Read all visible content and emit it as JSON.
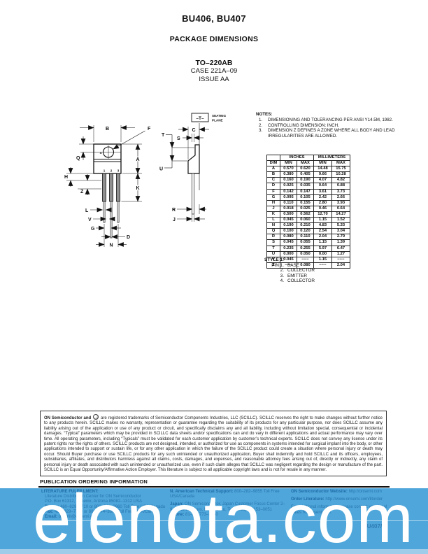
{
  "page": {
    "title": "BU406, BU407",
    "subtitle": "PACKAGE DIMENSIONS",
    "case_name": "TO–220AB",
    "case_number": "CASE 221A–09",
    "issue": "ISSUE AA"
  },
  "drawing": {
    "datum_label": "–T–",
    "seating_line1": "SEATING",
    "seating_line2": "PLANE",
    "pins": {
      "p1": "1",
      "p2": "2",
      "p3": "3",
      "p4": "4"
    },
    "labels": {
      "A": "A",
      "B": "B",
      "C": "C",
      "D": "D",
      "F": "F",
      "G": "G",
      "H": "H",
      "J": "J",
      "K": "K",
      "L": "L",
      "N": "N",
      "Q": "Q",
      "R": "R",
      "S": "S",
      "T": "T",
      "U": "U",
      "V": "V",
      "Z": "Z"
    }
  },
  "notes": {
    "heading": "NOTES:",
    "items": [
      {
        "num": "1.",
        "text": "DIMENSIONING AND TOLERANCING PER ANSI Y14.5M, 1982."
      },
      {
        "num": "2.",
        "text": "CONTROLLING DIMENSION: INCH."
      },
      {
        "num": "3.",
        "text": "DIMENSION Z DEFINES A ZONE WHERE ALL BODY AND LEAD IRREGULARITIES ARE ALLOWED."
      }
    ]
  },
  "dim_table": {
    "col_dim": "DIM",
    "col_group_inches": "INCHES",
    "col_group_mm": "MILLIMETERS",
    "col_min": "MIN",
    "col_max": "MAX",
    "rows": [
      {
        "dim": "A",
        "min_in": "0.570",
        "max_in": "0.620",
        "min_mm": "14.48",
        "max_mm": "15.75"
      },
      {
        "dim": "B",
        "min_in": "0.380",
        "max_in": "0.405",
        "min_mm": "9.66",
        "max_mm": "10.28"
      },
      {
        "dim": "C",
        "min_in": "0.160",
        "max_in": "0.190",
        "min_mm": "4.07",
        "max_mm": "4.82"
      },
      {
        "dim": "D",
        "min_in": "0.025",
        "max_in": "0.035",
        "min_mm": "0.64",
        "max_mm": "0.88"
      },
      {
        "dim": "F",
        "min_in": "0.142",
        "max_in": "0.147",
        "min_mm": "3.61",
        "max_mm": "3.73"
      },
      {
        "dim": "G",
        "min_in": "0.095",
        "max_in": "0.105",
        "min_mm": "2.42",
        "max_mm": "2.66"
      },
      {
        "dim": "H",
        "min_in": "0.110",
        "max_in": "0.155",
        "min_mm": "2.80",
        "max_mm": "3.93"
      },
      {
        "dim": "J",
        "min_in": "0.018",
        "max_in": "0.025",
        "min_mm": "0.46",
        "max_mm": "0.64"
      },
      {
        "dim": "K",
        "min_in": "0.500",
        "max_in": "0.562",
        "min_mm": "12.70",
        "max_mm": "14.27"
      },
      {
        "dim": "L",
        "min_in": "0.045",
        "max_in": "0.060",
        "min_mm": "1.15",
        "max_mm": "1.52"
      },
      {
        "dim": "N",
        "min_in": "0.190",
        "max_in": "0.210",
        "min_mm": "4.83",
        "max_mm": "5.33"
      },
      {
        "dim": "Q",
        "min_in": "0.100",
        "max_in": "0.120",
        "min_mm": "2.54",
        "max_mm": "3.04"
      },
      {
        "dim": "R",
        "min_in": "0.080",
        "max_in": "0.110",
        "min_mm": "2.04",
        "max_mm": "2.79"
      },
      {
        "dim": "S",
        "min_in": "0.045",
        "max_in": "0.055",
        "min_mm": "1.15",
        "max_mm": "1.39"
      },
      {
        "dim": "T",
        "min_in": "0.235",
        "max_in": "0.255",
        "min_mm": "5.97",
        "max_mm": "6.47"
      },
      {
        "dim": "U",
        "min_in": "0.000",
        "max_in": "0.050",
        "min_mm": "0.00",
        "max_mm": "1.27"
      },
      {
        "dim": "V",
        "min_in": "0.045",
        "max_in": "−−−",
        "min_mm": "1.15",
        "max_mm": "−−−"
      },
      {
        "dim": "Z",
        "min_in": "−−−",
        "max_in": "0.080",
        "min_mm": "−−−",
        "max_mm": "2.04"
      }
    ]
  },
  "style": {
    "heading": "STYLE 1:",
    "pins": [
      {
        "num": "PIN 1.",
        "name": "BASE"
      },
      {
        "num": "2.",
        "name": "COLLECTOR"
      },
      {
        "num": "3.",
        "name": "EMITTER"
      },
      {
        "num": "4.",
        "name": "COLLECTOR"
      }
    ]
  },
  "legal": {
    "bold_lead": "ON Semiconductor",
    "and_word": " and ",
    "text": " are registered trademarks of Semiconductor Components Industries, LLC (SCILLC).  SCILLC reserves the right to make changes without further notice to any products herein.  SCILLC makes no warranty, representation or guarantee regarding the suitability of its products for any particular purpose, nor does SCILLC assume any liability arising out of the application or use of any product or circuit, and specifically disclaims any and all liability, including without limitation special, consequential or incidental damages.  “Typical” parameters which may be provided in SCILLC data sheets and/or specifications can and do vary in different applications and actual performance may vary over time.  All operating parameters, including “Typicals” must be validated for each customer application by customer’s technical experts.  SCILLC does not convey any license under its patent rights nor the rights of others.  SCILLC products are not designed, intended, or authorized for use as components in systems intended for surgical implant into the body, or other applications intended to support or sustain life, or for any other application in which the failure of the SCILLC product could create a situation where personal injury or death may occur.  Should Buyer purchase or use SCILLC products for any such unintended or unauthorized application, Buyer shall indemnify and hold SCILLC and its officers, employees, subsidiaries, affiliates, and distributors harmless against all claims, costs, damages, and expenses, and reasonable attorney fees arising out of, directly or indirectly, any claim of personal injury or death associated with such unintended or unauthorized use, even if such claim alleges that SCILLC was negligent regarding the design or manufacture of the part.  SCILLC is an Equal Opportunity/Affirmative Action Employer.  This literature is subject to all applicable copyright laws and is not for resale in any manner."
  },
  "ordering": {
    "heading": "PUBLICATION ORDERING INFORMATION"
  },
  "footer": {
    "col1": {
      "heading": "LITERATURE FULFILLMENT:",
      "lines": [
        {
          "b": "",
          "t": "Literature Distribution Center for ON Semiconductor"
        },
        {
          "b": "",
          "t": "P.O. Box 61312, Phoenix, Arizona 85082–1312 USA"
        },
        {
          "b": "Phone:",
          "t": " 480–829–7710 or 800–344–3860 Toll Free USA/Canada"
        },
        {
          "b": "Fax:",
          "t": " 480–829–7709 or 800–344–3867 Toll Free USA/Canada"
        },
        {
          "b": "Email:",
          "t": " orderlit@onsemi.com"
        }
      ]
    },
    "col2": {
      "block1_b": "N. American Technical Support:",
      "block1_t": " 800–282–9855 Toll Free USA/Canada",
      "block2_b": "Japan:",
      "block2_t": " ON Semiconductor, Japan Customer Focus Center 2–9–1 Kamimeguro, Meguro–ku, Tokyo, Japan 153–0051",
      "block3_b": "Phone:",
      "block3_t": " 81–3–5773–3850"
    },
    "col3": {
      "block1_b": "ON Semiconductor Website:",
      "block1_t": " http://onsemi.com",
      "block2_b": "Order Literature:",
      "block2_t": " http://www.onsemi.com/litorder",
      "block3_t": "For additional information, please contact your local Sales Representative."
    },
    "doc_number": "BU407/D"
  },
  "watermark": {
    "text": "elenota.com"
  }
}
